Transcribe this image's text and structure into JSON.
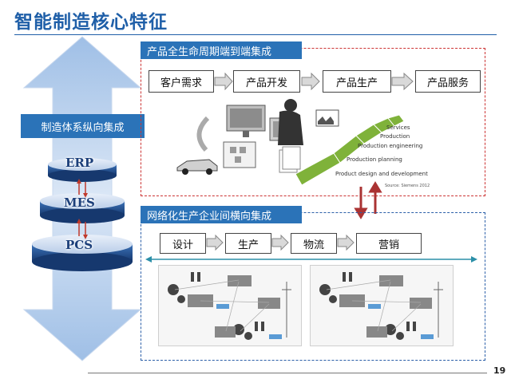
{
  "title": "智能制造核心特征",
  "page_number": "19",
  "vertical_integration": {
    "label": "制造体系纵向集成",
    "layers": [
      "ERP",
      "MES",
      "PCS"
    ]
  },
  "lifecycle_panel": {
    "header": "产品全生命周期端到端集成",
    "steps": [
      "客户需求",
      "产品开发",
      "产品生产",
      "产品服务"
    ],
    "stages": [
      "Services",
      "Production",
      "Production engineering",
      "Production planning",
      "Product design and development"
    ],
    "source": "Source: Siemens 2012"
  },
  "network_panel": {
    "header": "网络化生产企业间横向集成",
    "steps": [
      "设计",
      "生产",
      "物流",
      "营销"
    ]
  },
  "colors": {
    "title_blue": "#1f5fa8",
    "header_blue": "#2b73b8",
    "red_dash": "#cc3333",
    "blue_dash": "#2b5fa8",
    "stage_green": "#7fb23a"
  }
}
